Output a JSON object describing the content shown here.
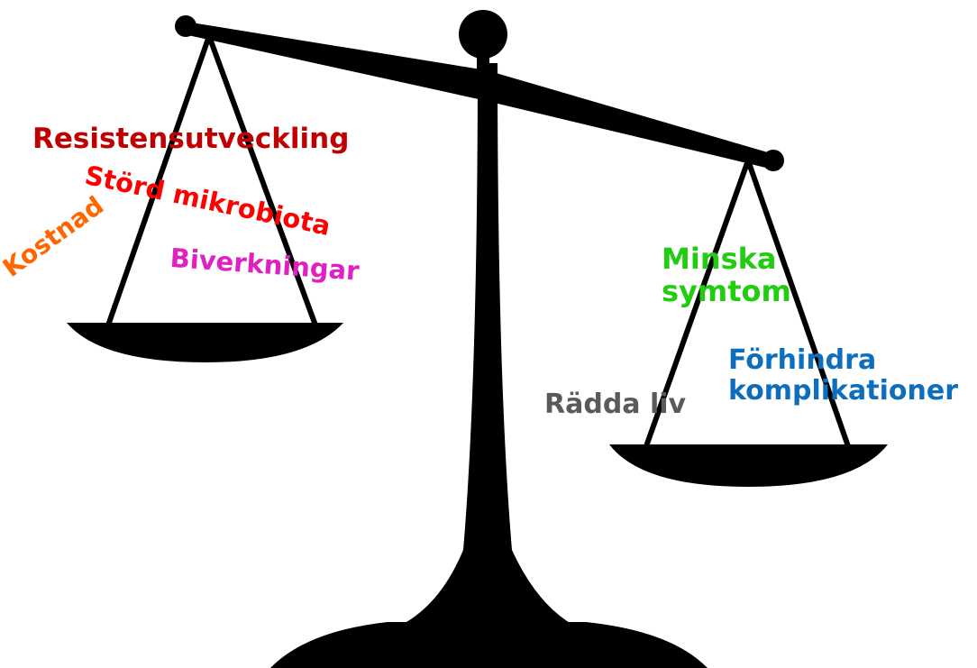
{
  "colors": {
    "scale": "#000000",
    "background": "#ffffff"
  },
  "left_pan": {
    "labels": [
      {
        "text": "Resistensutveckling",
        "color": "#c00000"
      },
      {
        "text": "Störd mikrobiota",
        "color": "#ff0000"
      },
      {
        "text": "Kostnad",
        "color": "#ff6600"
      },
      {
        "text": "Biverkningar",
        "color": "#e020c0"
      }
    ]
  },
  "right_pan": {
    "labels": [
      {
        "text": "Minska\nsymtom",
        "color": "#22cc11"
      },
      {
        "text": "Förhindra\nkomplikationer",
        "color": "#0d6ebe"
      },
      {
        "text": "Rädda liv",
        "color": "#5a5a5a"
      }
    ]
  }
}
